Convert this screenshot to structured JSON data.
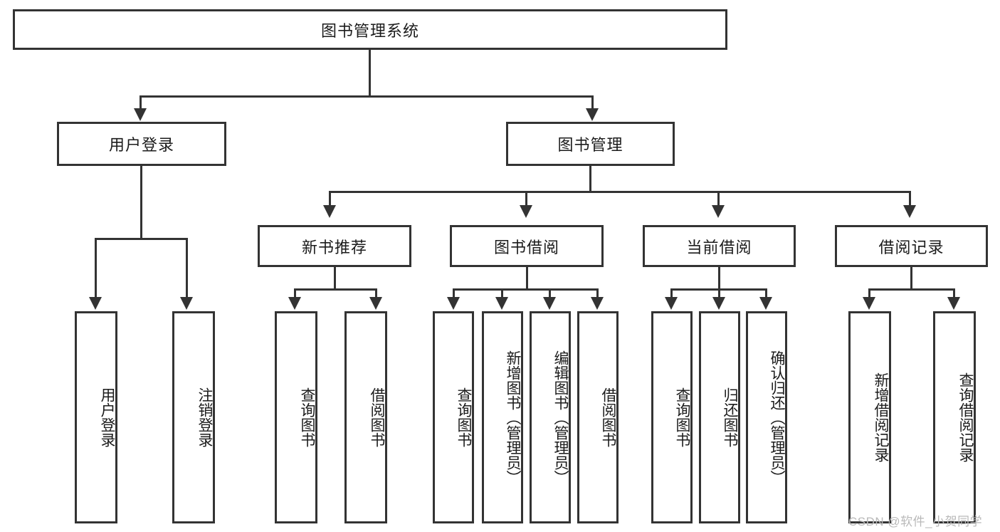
{
  "diagram": {
    "type": "tree",
    "title": "图书管理系统",
    "root": {
      "label": "图书管理系统"
    },
    "level2": [
      {
        "label": "用户登录"
      },
      {
        "label": "图书管理"
      }
    ],
    "level3": [
      {
        "label": "新书推荐"
      },
      {
        "label": "图书借阅"
      },
      {
        "label": "当前借阅"
      },
      {
        "label": "借阅记录"
      }
    ],
    "leaves": {
      "user_login": [
        {
          "label": "用户登录"
        },
        {
          "label": "注销登录"
        }
      ],
      "new_book_recommend": [
        {
          "label": "查询图书"
        },
        {
          "label": "借阅图书"
        }
      ],
      "book_borrow": [
        {
          "label": "查询图书"
        },
        {
          "label": "新增图书（管理员）"
        },
        {
          "label": "编辑图书（管理员）"
        },
        {
          "label": "借阅图书"
        }
      ],
      "current_borrow": [
        {
          "label": "查询图书"
        },
        {
          "label": "归还图书"
        },
        {
          "label": "确认归还（管理员）"
        }
      ],
      "borrow_record": [
        {
          "label": "新增借阅记录"
        },
        {
          "label": "查询借阅记录"
        }
      ]
    }
  },
  "watermark": {
    "text": "CSDN @软件_小贺同学"
  },
  "colors": {
    "stroke": "#333333",
    "background": "#ffffff",
    "text": "#1b1b1b",
    "watermark": "#b9b9b9"
  }
}
